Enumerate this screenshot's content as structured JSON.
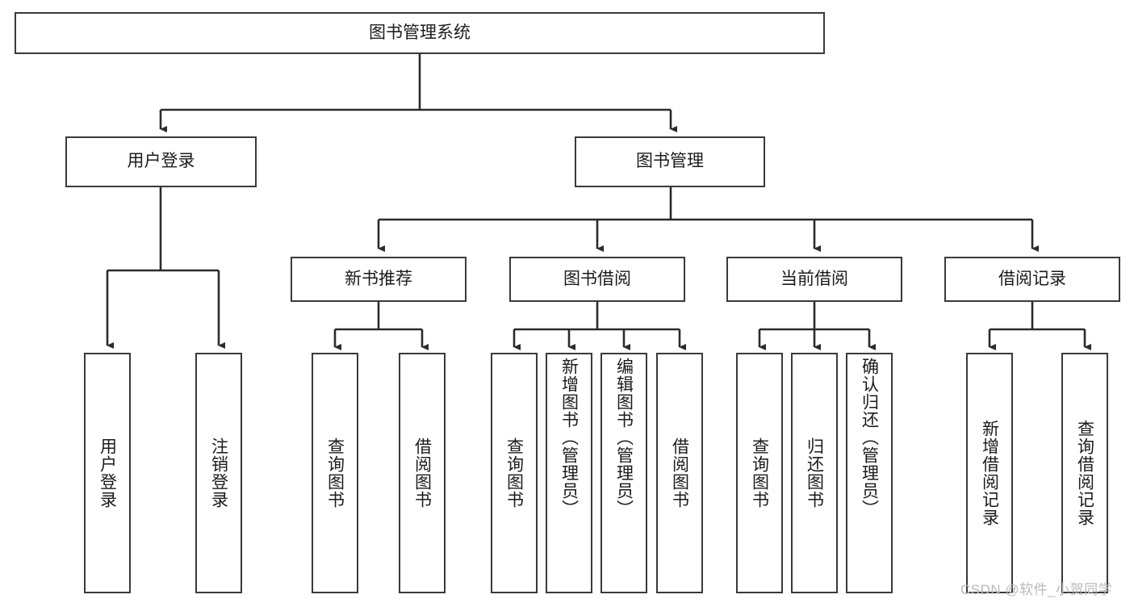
{
  "diagram": {
    "title": "图书管理系统",
    "type": "tree-hierarchy",
    "watermark": "CSDN @软件_小贺同学",
    "colors": {
      "box_border": "#3a3a3a",
      "box_fill": "#ffffff",
      "connector": "#2b2b2b",
      "text": "#1b1b1b",
      "watermark": "#b9b9b9"
    },
    "root": {
      "label": "图书管理系统"
    },
    "level1": [
      {
        "label": "用户登录"
      },
      {
        "label": "图书管理"
      }
    ],
    "level2": [
      {
        "label": "新书推荐"
      },
      {
        "label": "图书借阅"
      },
      {
        "label": "当前借阅"
      },
      {
        "label": "借阅记录"
      }
    ],
    "leaves": {
      "user_login": [
        {
          "label": "用户登录"
        },
        {
          "label": "注销登录"
        }
      ],
      "new_book_recommend": [
        {
          "label": "查询图书"
        },
        {
          "label": "借阅图书"
        }
      ],
      "book_borrow": [
        {
          "label": "查询图书"
        },
        {
          "label": "新增图书（管理员）"
        },
        {
          "label": "编辑图书（管理员）"
        },
        {
          "label": "借阅图书"
        }
      ],
      "current_borrow": [
        {
          "label": "查询图书"
        },
        {
          "label": "归还图书"
        },
        {
          "label": "确认归还（管理员）"
        }
      ],
      "borrow_record": [
        {
          "label": "新增借阅记录"
        },
        {
          "label": "查询借阅记录"
        }
      ]
    }
  }
}
